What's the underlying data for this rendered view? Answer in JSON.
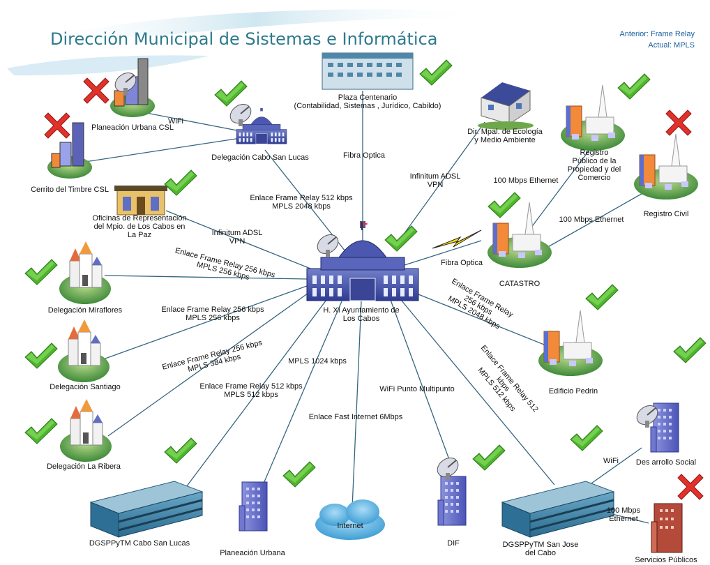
{
  "header": {
    "title": "Dirección Municipal de Sistemas e Informática",
    "previous": "Anterior: Frame Relay",
    "current": "Actual: MPLS"
  },
  "nodes": {
    "hub": [
      "H. XI Ayuntamiento de",
      "Los Cabos"
    ],
    "plaza": [
      "Plaza Centenario",
      "(Contabilidad, Sistemas , Jurídico, Cabildo)"
    ],
    "ecologia": [
      "Dir. Mpal. de Ecología",
      "y Medio Ambiente"
    ],
    "registro_publico": [
      "Registro",
      "Público de la",
      "Propiedad y del",
      "Comercio"
    ],
    "registro_civil": [
      "Registro Civil"
    ],
    "catastro": [
      "CATASTRO"
    ],
    "pedrin": [
      "Edificio Pedrin"
    ],
    "desarrollo": [
      "Des arrollo Social"
    ],
    "servicios": [
      "Servicios Públicos"
    ],
    "sanjose": [
      "DGSPPyTM San Jose",
      "del Cabo"
    ],
    "dif": [
      "DIF"
    ],
    "internet": [
      "Internet"
    ],
    "planeacion": [
      "Planeación Urbana"
    ],
    "dgscsl": [
      "DGSPPyTM Cabo San Lucas"
    ],
    "ribera": [
      "Delegación La Ribera"
    ],
    "santiago": [
      "Delegación Santiago"
    ],
    "miraflores": [
      "Delegación Miraflores"
    ],
    "lapaz": [
      "Oficinas de Representación",
      "del Mpio. de Los Cabos en",
      "La Paz"
    ],
    "cerrito": [
      "Cerrito del Timbre CSL"
    ],
    "planeacion_csl": [
      "Planeación Urbana CSL"
    ],
    "delegacion_csl": [
      "Delegación Cabo San Lucas"
    ]
  },
  "links": {
    "wifi_csl": [
      "WiFi"
    ],
    "plaza": [
      "Fibra Optica"
    ],
    "ecologia": [
      "Infinitum ADSL",
      "VPN"
    ],
    "reg_pub": [
      "100 Mbps  Ethernet"
    ],
    "reg_civil": [
      "100 Mbps  Ethernet"
    ],
    "catastro": [
      "Fibra Optica"
    ],
    "csl": [
      "Enlace Frame Relay 512 kbps",
      "MPLS 2048 kbps"
    ],
    "lapaz": [
      "Infinitum ADSL",
      "VPN"
    ],
    "miraflores": [
      "Enlace Frame Relay 256 kbps",
      "MPLS 256 kbps"
    ],
    "santiago": [
      "Enlace Frame Relay 256 kbps",
      "MPLS 256 kbps"
    ],
    "ribera": [
      "Enlace Frame Relay 256 kbps",
      "MPLS 384 kbps"
    ],
    "dgscsl": [
      "Enlace Frame Relay 512 kbps",
      "MPLS 512 kbps"
    ],
    "planeacion": [
      "MPLS 1024 kbps"
    ],
    "internet": [
      "Enlace Fast Internet 6Mbps"
    ],
    "dif": [
      "WiFi Punto Multipunto"
    ],
    "pedrin": [
      "Enlace Frame Relay",
      "256  kbps",
      "MPLS 2048 kbps"
    ],
    "sanjose": [
      "Enlace Frame Relay 512",
      "kbps",
      "MPLS 512 kbps"
    ],
    "desarrollo": [
      "WiFi"
    ],
    "servicios": [
      "100 Mbps",
      "Ethernet"
    ]
  }
}
